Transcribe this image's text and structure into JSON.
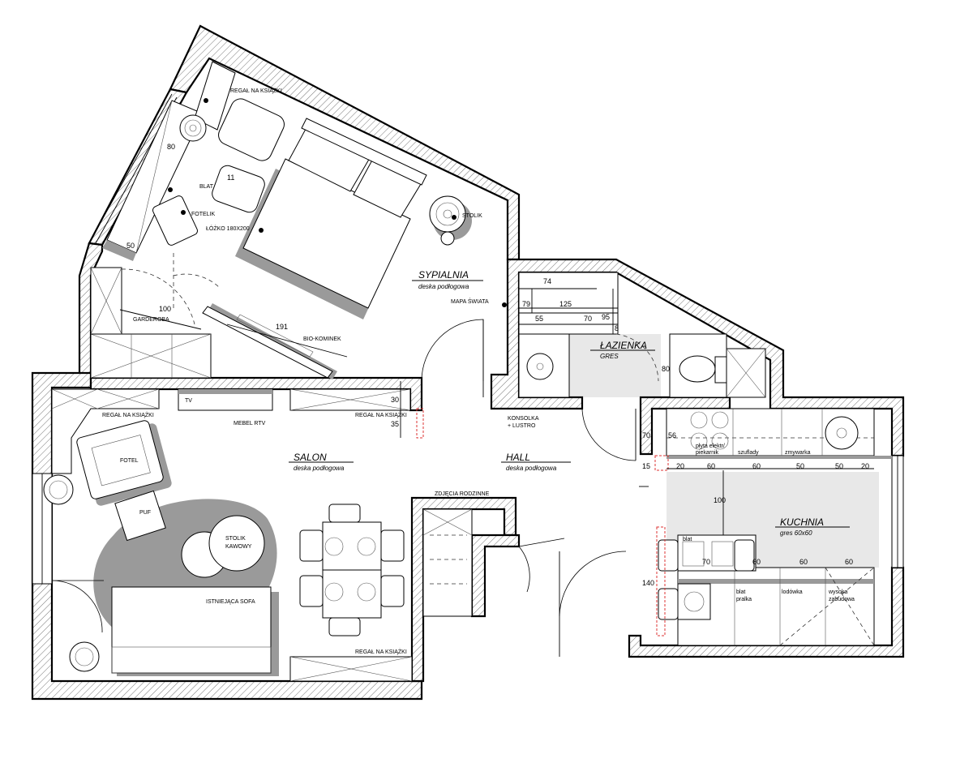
{
  "rooms": {
    "bedroom": {
      "name": "SYPIALNIA",
      "floor": "deska podłogowa"
    },
    "bathroom": {
      "name": "ŁAZIENKA",
      "floor": "GRES"
    },
    "living": {
      "name": "SALON",
      "floor": "deska podłogowa"
    },
    "hall": {
      "name": "HALL",
      "floor": "deska podłogowa"
    },
    "kitchen": {
      "name": "KUCHNIA",
      "floor": "gres 60x60"
    }
  },
  "labels": {
    "shelf_books_bedroom": "REGAŁ NA KSIĄŻKI",
    "desk": "BLAT",
    "armchair_bedroom": "FOTELIK",
    "bed": "ŁÓŻKO 180X200",
    "side_table": "STOLIK",
    "wardrobe": "GARDEROBA",
    "bio_fireplace": "BIO-KOMINEK",
    "world_map": "MAPA ŚWIATA",
    "shelf_books_living": "REGAŁ NA KSIĄŻKI",
    "tv": "TV",
    "tv_furniture": "MEBEL RTV",
    "shelf_books_top": "REGAŁ NA KSIĄŻKI",
    "console": "KONSOLKA\n+ LUSTRO",
    "console_l1": "KONSOLKA",
    "console_l2": "+ LUSTRO",
    "armchair_living": "FOTEL",
    "pouf": "PUF",
    "coffee_table_l1": "STOLIK",
    "coffee_table_l2": "KAWOWY",
    "sofa": "ISTNIEJĄCA SOFA",
    "shelf_books_bottom": "REGAŁ NA KSIĄŻKI",
    "family_photos": "ZDJĘCIA RODZINNE",
    "hob_l1": "płyta elektr/",
    "hob_l2": "piekarnik",
    "drawers": "szuflady",
    "dishwasher": "zmywarka",
    "counter": "blat",
    "counter2": "blat",
    "washer": "pralka",
    "fridge": "lodówka",
    "tall_l1": "wysoka",
    "tall_l2": "zabudowa"
  },
  "dims": {
    "d80": "80",
    "d50": "50",
    "d100": "100",
    "d191": "191",
    "d11": "11",
    "d74": "74",
    "d79": "79",
    "d125": "125",
    "d95": "95",
    "d55": "55",
    "d70a": "70",
    "d8": "8",
    "d80b": "80",
    "d30": "30",
    "d35": "35",
    "d70b": "70",
    "d15": "15",
    "d56": "56",
    "k20a": "20",
    "k60a": "60",
    "k60b": "60",
    "k50a": "50",
    "k50b": "50",
    "k20b": "20",
    "d100b": "100",
    "d140": "140",
    "k70": "70",
    "k60c": "60",
    "k60d": "60",
    "k60e": "60"
  }
}
